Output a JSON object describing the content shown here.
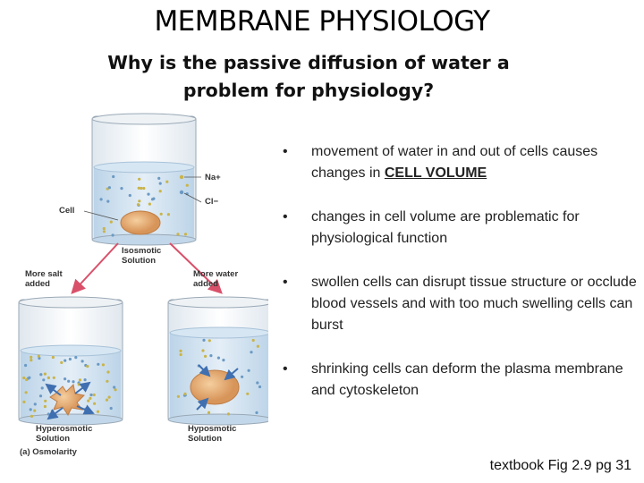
{
  "title": "MEMBRANE PHYSIOLOGY",
  "subtitle": "Why is the passive diffusion of water a problem for physiology?",
  "bullets": [
    {
      "text": "movement of water in and out of cells causes changes in ",
      "emphasis": "CELL VOLUME"
    },
    {
      "text": "changes in cell volume are problematic for physiological function"
    },
    {
      "text": "swollen cells can disrupt tissue structure or occlude blood vessels and with too much swelling cells can burst"
    },
    {
      "text": "shrinking cells can deform the plasma membrane and cytoskeleton"
    }
  ],
  "bullet_symbol": "•",
  "figure": {
    "labels": {
      "na": "Na+",
      "cl": "Cl−",
      "cell": "Cell",
      "isosmotic": [
        "Isosmotic",
        "Solution"
      ],
      "more_salt": [
        "More salt",
        "added"
      ],
      "more_water": [
        "More water",
        "added"
      ],
      "hyperosmotic": [
        "Hyperosmotic",
        "Solution"
      ],
      "hyposmotic": [
        "Hyposmotic",
        "Solution"
      ],
      "panel": "(a) Osmolarity"
    },
    "colors": {
      "water": "#c9dff0",
      "na_dot": "#c9b44a",
      "cl_dot": "#6b9ac4",
      "cell": "#e8b07a",
      "arrow": "#d9506a",
      "water_arrow": "#3f6fb0"
    }
  },
  "credit": "textbook Fig 2.9 pg 31"
}
